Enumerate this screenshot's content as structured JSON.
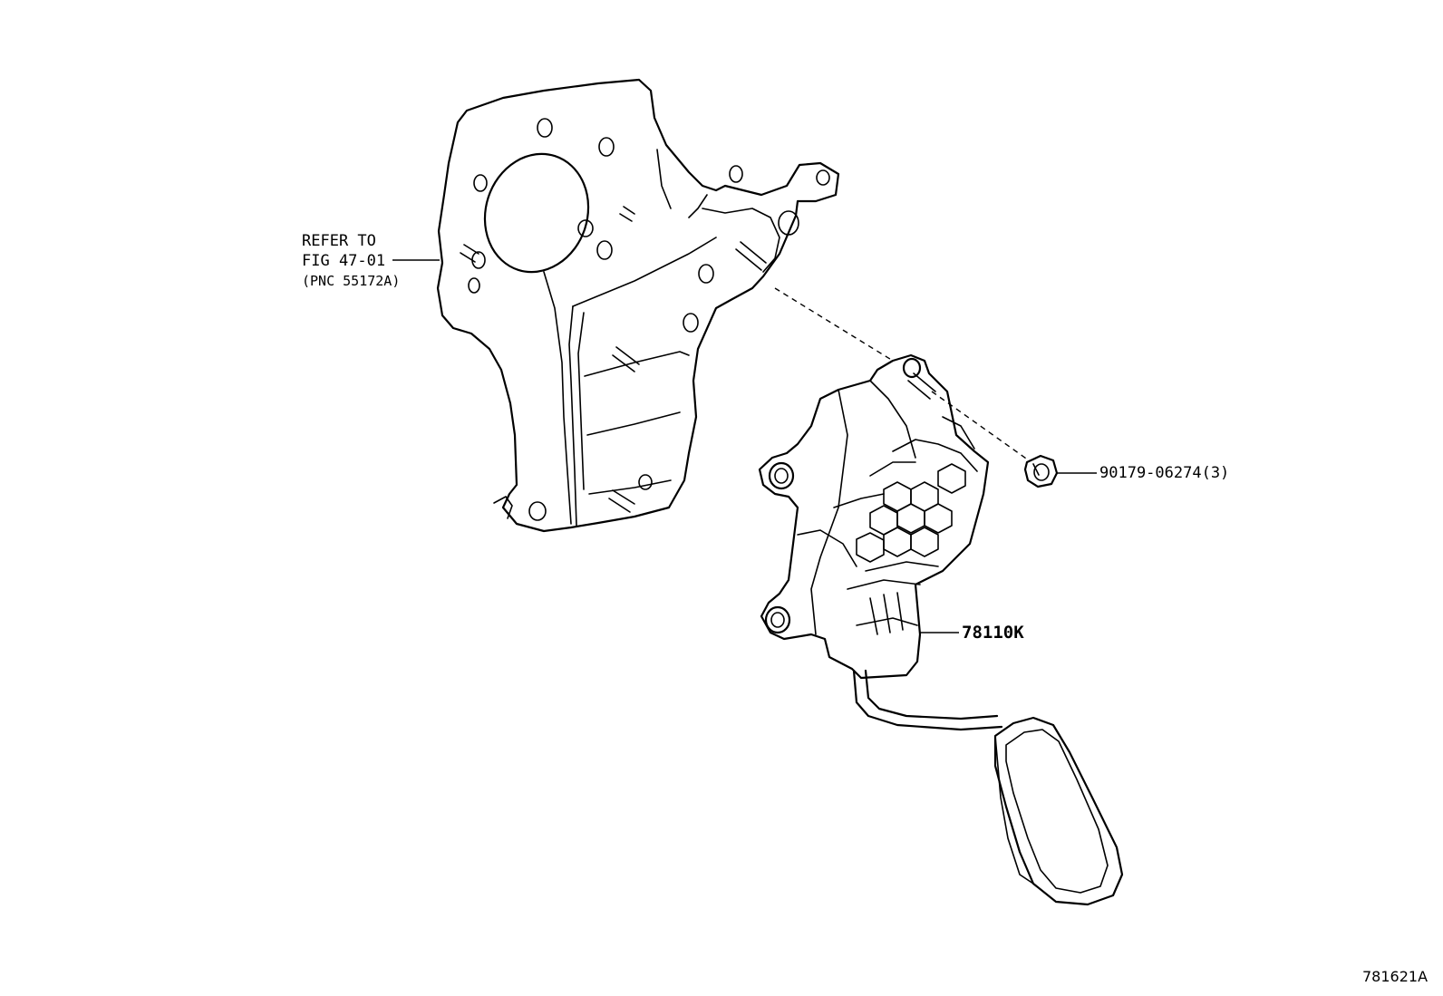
{
  "callouts": {
    "bracket_ref_line1": "REFER TO",
    "bracket_ref_line2": "FIG 47-01",
    "bracket_ref_line3": "(PNC 55172A)",
    "nut_part": "90179-06274(3)",
    "pedal_part": "78110K"
  },
  "figure_id": "781621A"
}
